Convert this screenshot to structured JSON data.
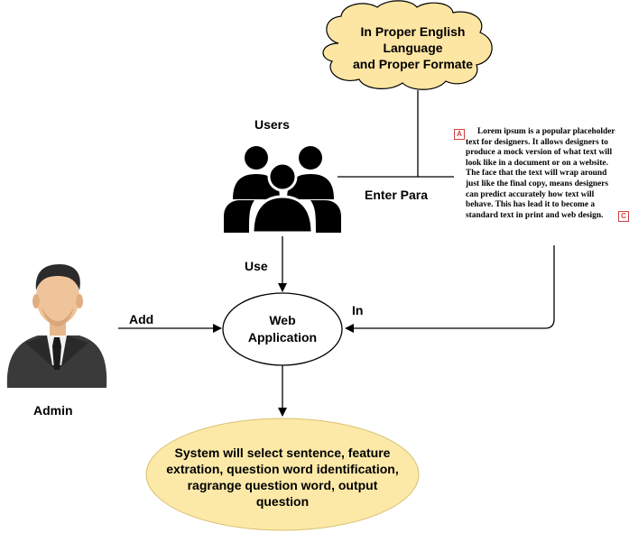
{
  "cloud": {
    "text_lines": [
      "In Proper English",
      "Language",
      "and Proper Formate"
    ]
  },
  "users_label": "Users",
  "admin_label": "Admin",
  "edges": {
    "enter_para": "Enter Para",
    "use": "Use",
    "add": "Add",
    "in": "In"
  },
  "web_app": {
    "lines": [
      "Web",
      "Application"
    ]
  },
  "system": {
    "lines": [
      "System will select sentence, feature",
      "extration, question word identification,",
      "ragrange question word, output",
      "question"
    ]
  },
  "document": {
    "marker_start": "A",
    "marker_end": "C",
    "lines": [
      "Lorem ipsum is a popular placeholder",
      "text for designers. It allows designers to",
      "produce a mock version of what text will",
      "look like in a document or on a website.",
      "The face that the text will wrap around",
      "just like the final copy, means designers",
      "can predict accurately how text will",
      "behave. This has lead it to become a",
      "standard text in print and web design."
    ]
  },
  "colors": {
    "cloud_fill": "#fde5a3",
    "system_fill": "#fce9a8",
    "stroke": "#000000",
    "marker": "#d04040"
  }
}
